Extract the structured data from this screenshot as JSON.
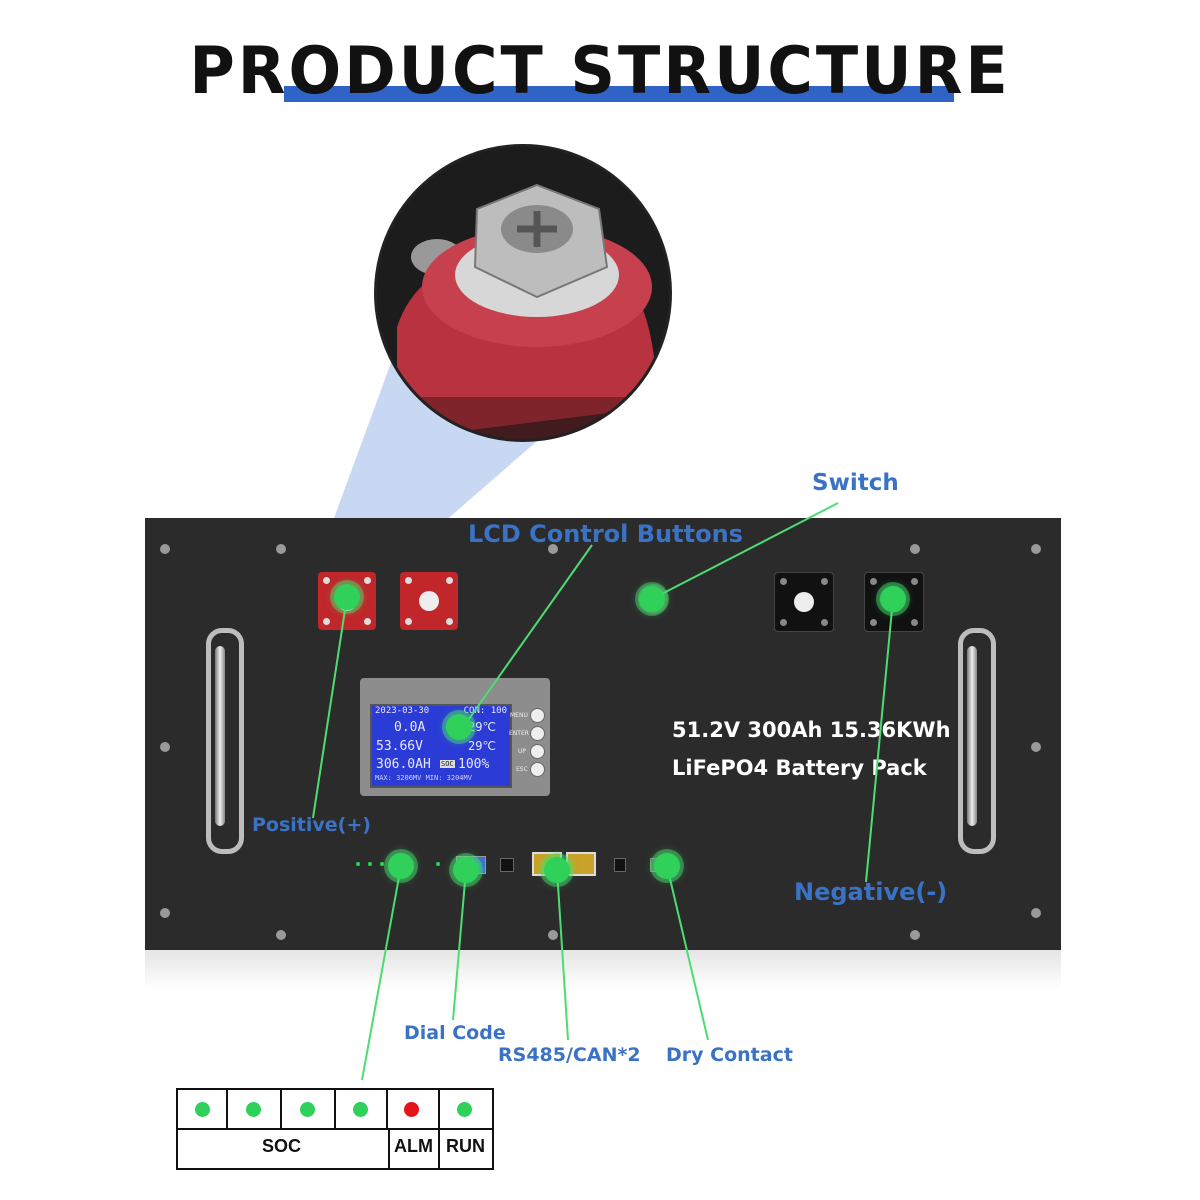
{
  "title": "PRODUCT STRUCTURE",
  "colors": {
    "accent_blue": "#2f63c6",
    "label_blue": "#3a73c6",
    "marker_green": "#2fd15a",
    "alarm_red": "#e3131b",
    "panel": "#2b2b2b"
  },
  "labels": {
    "switch": "Switch",
    "lcd_buttons": "LCD Control Buttons",
    "positive": "Positive(+)",
    "negative": "Negative(-)",
    "dial_code": "Dial Code",
    "rs485": "RS485/CAN*2",
    "dry_contact": "Dry Contact"
  },
  "spec": {
    "line1": "51.2V 300Ah 15.36KWh",
    "line2": "LiFePO4 Battery Pack"
  },
  "lcd": {
    "date": "2023-03-30",
    "con": "CON: 100",
    "current": "0.0A",
    "temp1": "29℃",
    "voltage": "53.66V",
    "temp2": "29℃",
    "capacity": "306.0AH",
    "soc_tag": "SOC",
    "soc": "100%",
    "minmax": "MAX: 3206MV  MIN: 3204MV",
    "buttons": [
      "MENU",
      "ENTER",
      "UP",
      "ESC"
    ]
  },
  "legend": {
    "dots": [
      "green",
      "green",
      "green",
      "green",
      "red",
      "green"
    ],
    "soc": "SOC",
    "alm": "ALM",
    "run": "RUN"
  }
}
